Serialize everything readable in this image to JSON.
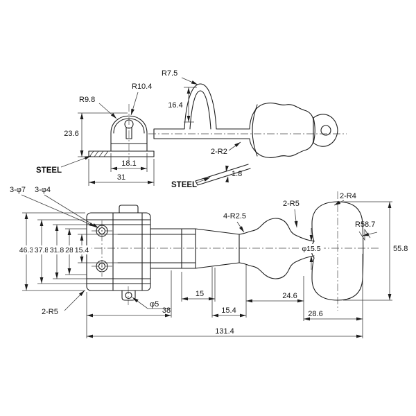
{
  "colors": {
    "line": "#1c1c1c",
    "background": "#ffffff"
  },
  "labels": {
    "r9_8": "R9.8",
    "r10_4": "R10.4",
    "r7_5": "R7.5",
    "dim_23_6": "23.6",
    "dim_18_1": "18.1",
    "dim_31": "31",
    "dim_16_4": "16.4",
    "two_r2": "2-R2",
    "dim_1_8": "1.8",
    "steel_bracket": "STEEL",
    "steel_spring": "STEEL",
    "holes_7": "3-φ7",
    "holes_4": "3-φ4",
    "dim_46_3": "46.3",
    "dim_37_8": "37.8",
    "dim_31_8": "31.8",
    "dim_28": "28",
    "dim_15_4_left": "15.4",
    "four_r2_5": "4-R2.5",
    "two_r5_top": "2-R5",
    "two_r4": "2-R4",
    "r58_7": "R58.7",
    "dia_15_5": "φ15.5",
    "dim_55_8": "55.8",
    "two_r5_bottom": "2-R5",
    "dia_5": "φ5",
    "dim_15": "15",
    "dim_38": "38",
    "dim_15_4_bottom": "15.4",
    "dim_24_6": "24.6",
    "dim_28_6": "28.6",
    "dim_131_4": "131.4"
  }
}
